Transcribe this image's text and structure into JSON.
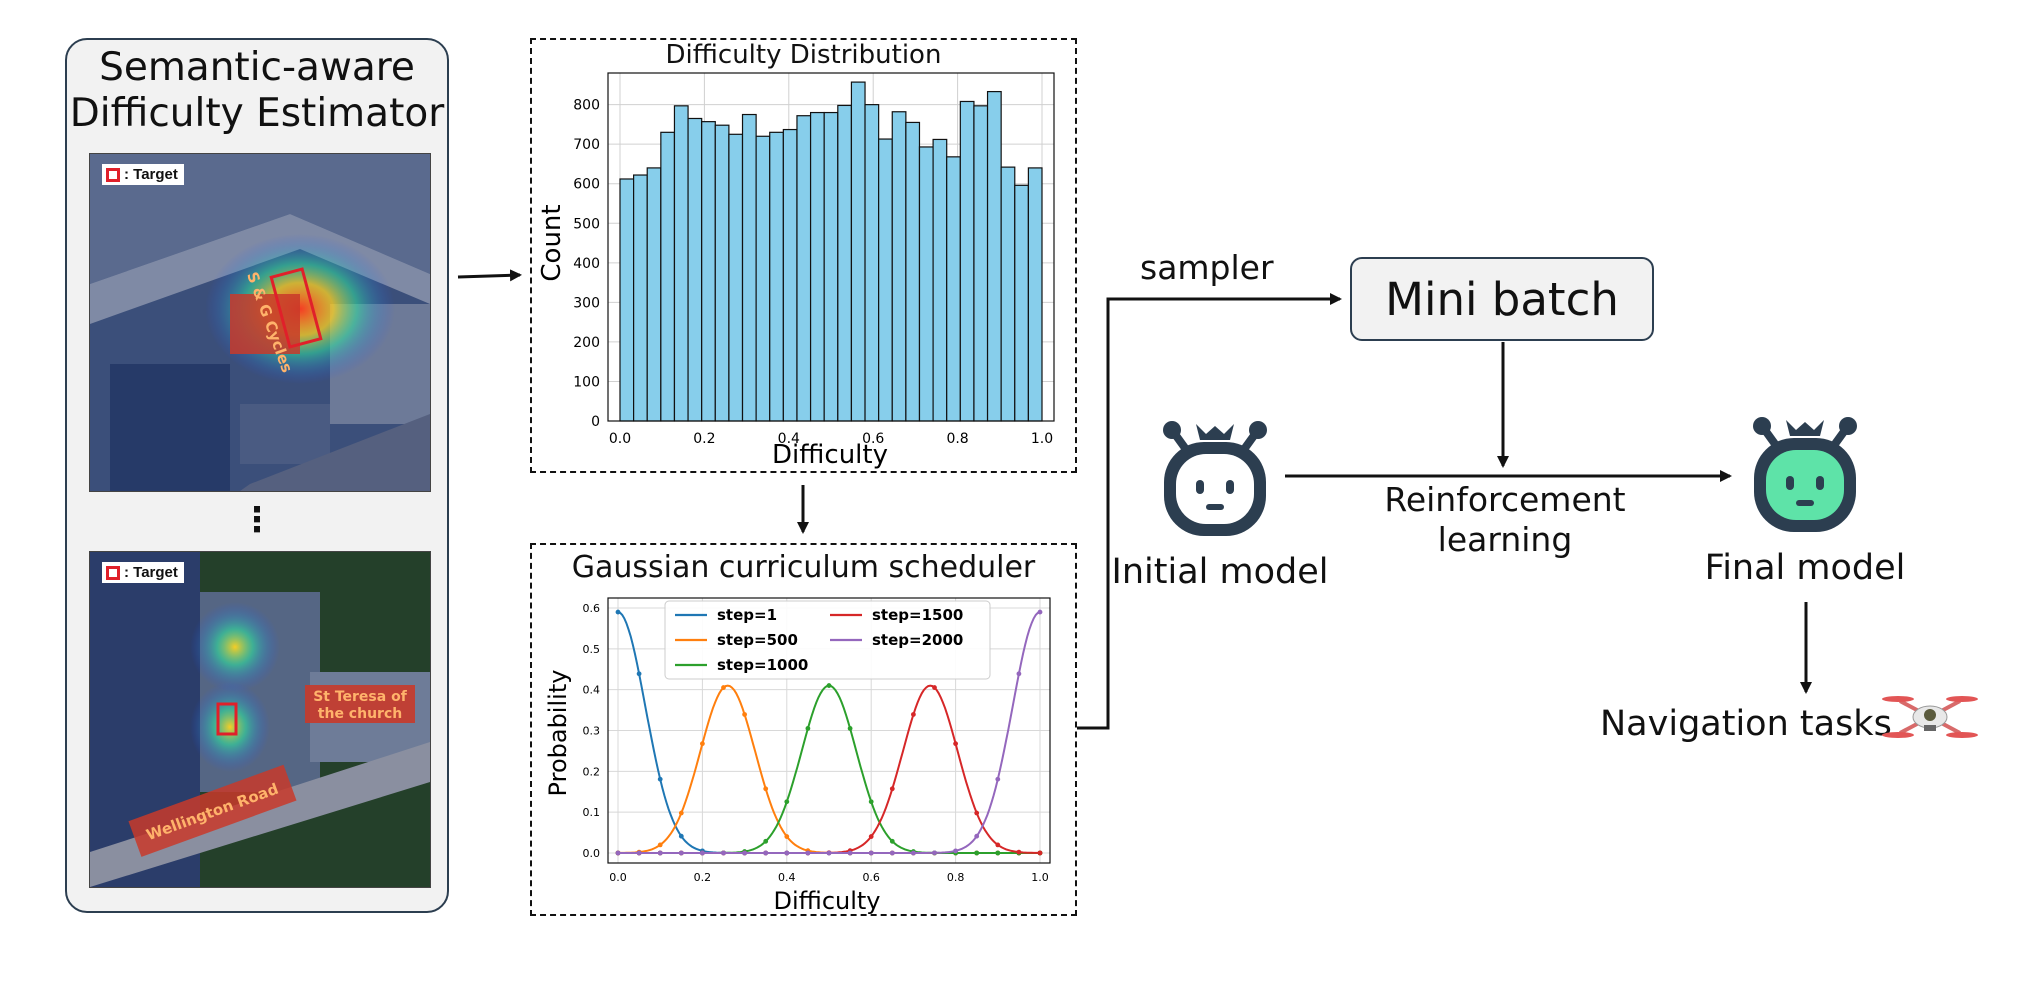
{
  "estimator": {
    "title": "Semantic-aware Difficulty Estimator",
    "target_label": ": Target",
    "ellipsis": "⋮",
    "image1_label": "S & G Cycles",
    "image2_labels": [
      "St Teresa of the church",
      "Wellington Road"
    ]
  },
  "histogram": {
    "chart_data": {
      "type": "bar",
      "title": "Difficulty Distribution",
      "xlabel": "Difficulty",
      "ylabel": "Count",
      "xlim": [
        0,
        1
      ],
      "ylim": [
        0,
        880
      ],
      "xticks": [
        "0.0",
        "0.2",
        "0.4",
        "0.6",
        "0.8",
        "1.0"
      ],
      "yticks": [
        "0",
        "100",
        "200",
        "300",
        "400",
        "500",
        "600",
        "700",
        "800"
      ],
      "bar_color": "#87ceeb",
      "grid": true,
      "values": [
        612,
        622,
        640,
        730,
        797,
        765,
        757,
        748,
        725,
        775,
        720,
        730,
        737,
        772,
        780,
        780,
        798,
        857,
        800,
        713,
        782,
        755,
        693,
        712,
        668,
        808,
        797,
        833,
        642,
        596,
        640
      ]
    }
  },
  "scheduler": {
    "chart_data": {
      "type": "line",
      "title": "Gaussian curriculum scheduler",
      "xlabel": "Difficulty",
      "ylabel": "Probability",
      "xlim": [
        0,
        1
      ],
      "ylim": [
        0,
        0.6
      ],
      "xticks": [
        "0.0",
        "0.2",
        "0.4",
        "0.6",
        "0.8",
        "1.0"
      ],
      "yticks": [
        "0.0",
        "0.1",
        "0.2",
        "0.3",
        "0.4",
        "0.5",
        "0.6"
      ],
      "grid": true,
      "legend": "top-center",
      "series": [
        {
          "name": "step=1",
          "mean": 0.0,
          "peak": 0.59,
          "color": "#1f77b4"
        },
        {
          "name": "step=500",
          "mean": 0.26,
          "peak": 0.41,
          "color": "#ff7f0e"
        },
        {
          "name": "step=1000",
          "mean": 0.5,
          "peak": 0.41,
          "color": "#2ca02c"
        },
        {
          "name": "step=1500",
          "mean": 0.74,
          "peak": 0.41,
          "color": "#d62728"
        },
        {
          "name": "step=2000",
          "mean": 1.0,
          "peak": 0.59,
          "color": "#9467bd"
        }
      ]
    }
  },
  "flow": {
    "sampler_label": "sampler",
    "mini_batch_label": "Mini batch",
    "initial_model_label": "Initial model",
    "rl_label_line1": "Reinforcement",
    "rl_label_line2": "learning",
    "final_model_label": "Final model",
    "navigation_label": "Navigation tasks",
    "colors": {
      "robot_dark": "#2c3e50",
      "robot_face_final": "#5ee3a8",
      "robot_face_initial": "#ffffff"
    }
  }
}
